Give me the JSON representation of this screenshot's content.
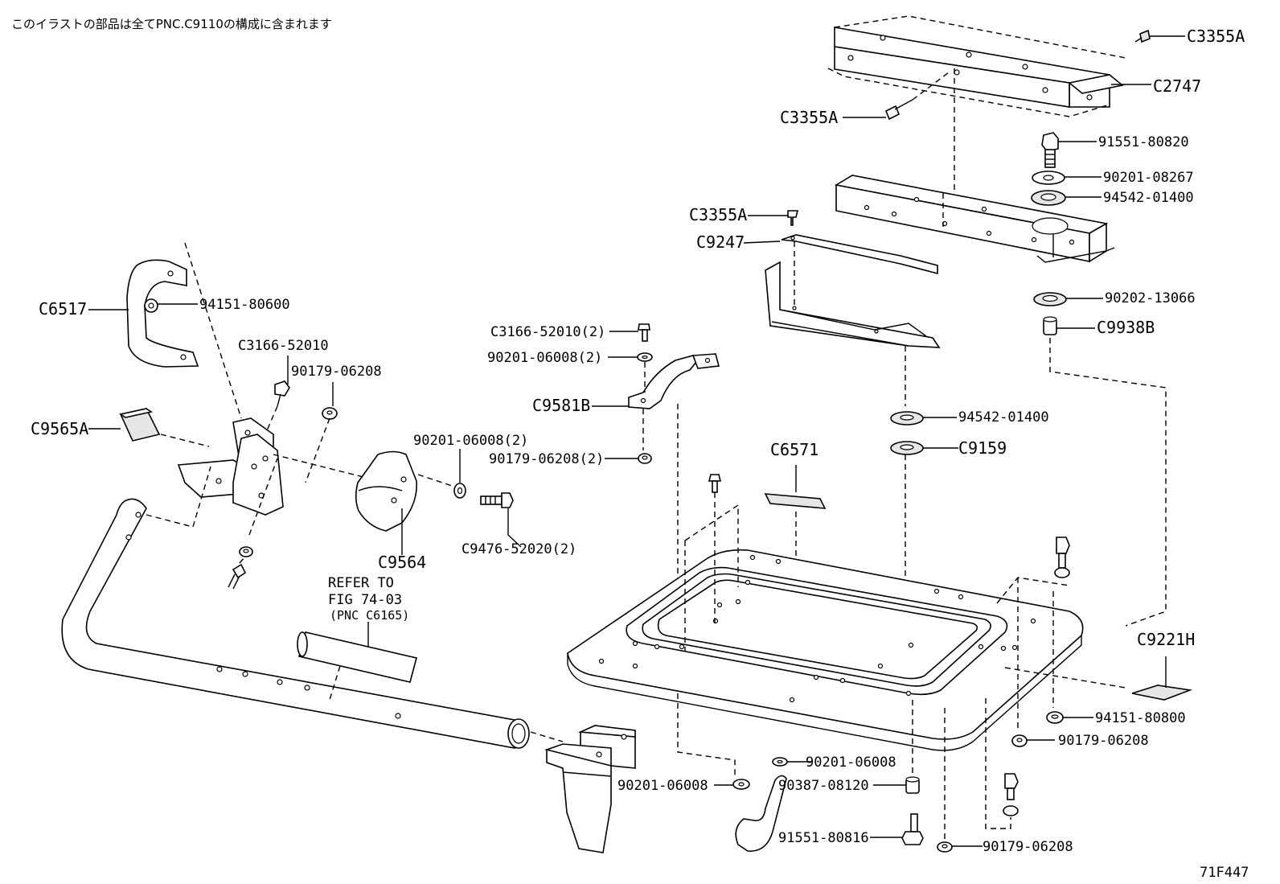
{
  "header": {
    "note": "このイラストの部品は全てPNC.C9110の構成に含まれます"
  },
  "figure_id": "71F447",
  "refer": {
    "line1": "REFER TO",
    "line2": "FIG 74-03",
    "line3": "(PNC C6165)"
  },
  "labels": [
    {
      "id": "C3355A-top",
      "text": "C3355A"
    },
    {
      "id": "C2747",
      "text": "C2747"
    },
    {
      "id": "C3355A-left",
      "text": "C3355A"
    },
    {
      "id": "91551-80820",
      "text": "91551-80820"
    },
    {
      "id": "90201-08267",
      "text": "90201-08267"
    },
    {
      "id": "94542-01400-a",
      "text": "94542-01400"
    },
    {
      "id": "C3355A-mid",
      "text": "C3355A"
    },
    {
      "id": "C9247",
      "text": "C9247"
    },
    {
      "id": "90202-13066",
      "text": "90202-13066"
    },
    {
      "id": "C9938B",
      "text": "C9938B"
    },
    {
      "id": "C6517",
      "text": "C6517"
    },
    {
      "id": "94151-80600",
      "text": "94151-80600"
    },
    {
      "id": "C3166-52010",
      "text": "C3166-52010"
    },
    {
      "id": "90179-06208-a",
      "text": "90179-06208"
    },
    {
      "id": "C3166-52010-2",
      "text": "C3166-52010(2)"
    },
    {
      "id": "90201-06008-2a",
      "text": "90201-06008(2)"
    },
    {
      "id": "C9581B",
      "text": "C9581B"
    },
    {
      "id": "94542-01400-b",
      "text": "94542-01400"
    },
    {
      "id": "C9565A",
      "text": "C9565A"
    },
    {
      "id": "90201-06008-2b",
      "text": "90201-06008(2)"
    },
    {
      "id": "C6571",
      "text": "C6571"
    },
    {
      "id": "C9159",
      "text": "C9159"
    },
    {
      "id": "90179-06208-2",
      "text": "90179-06208(2)"
    },
    {
      "id": "C9476-52020-2",
      "text": "C9476-52020(2)"
    },
    {
      "id": "C9564",
      "text": "C9564"
    },
    {
      "id": "C9221H",
      "text": "C9221H"
    },
    {
      "id": "94151-80800",
      "text": "94151-80800"
    },
    {
      "id": "90179-06208-b",
      "text": "90179-06208"
    },
    {
      "id": "90201-06008-c",
      "text": "90201-06008"
    },
    {
      "id": "90201-06008-d",
      "text": "90201-06008"
    },
    {
      "id": "90387-08120",
      "text": "90387-08120"
    },
    {
      "id": "91551-80816",
      "text": "91551-80816"
    },
    {
      "id": "90179-06208-c",
      "text": "90179-06208"
    }
  ]
}
